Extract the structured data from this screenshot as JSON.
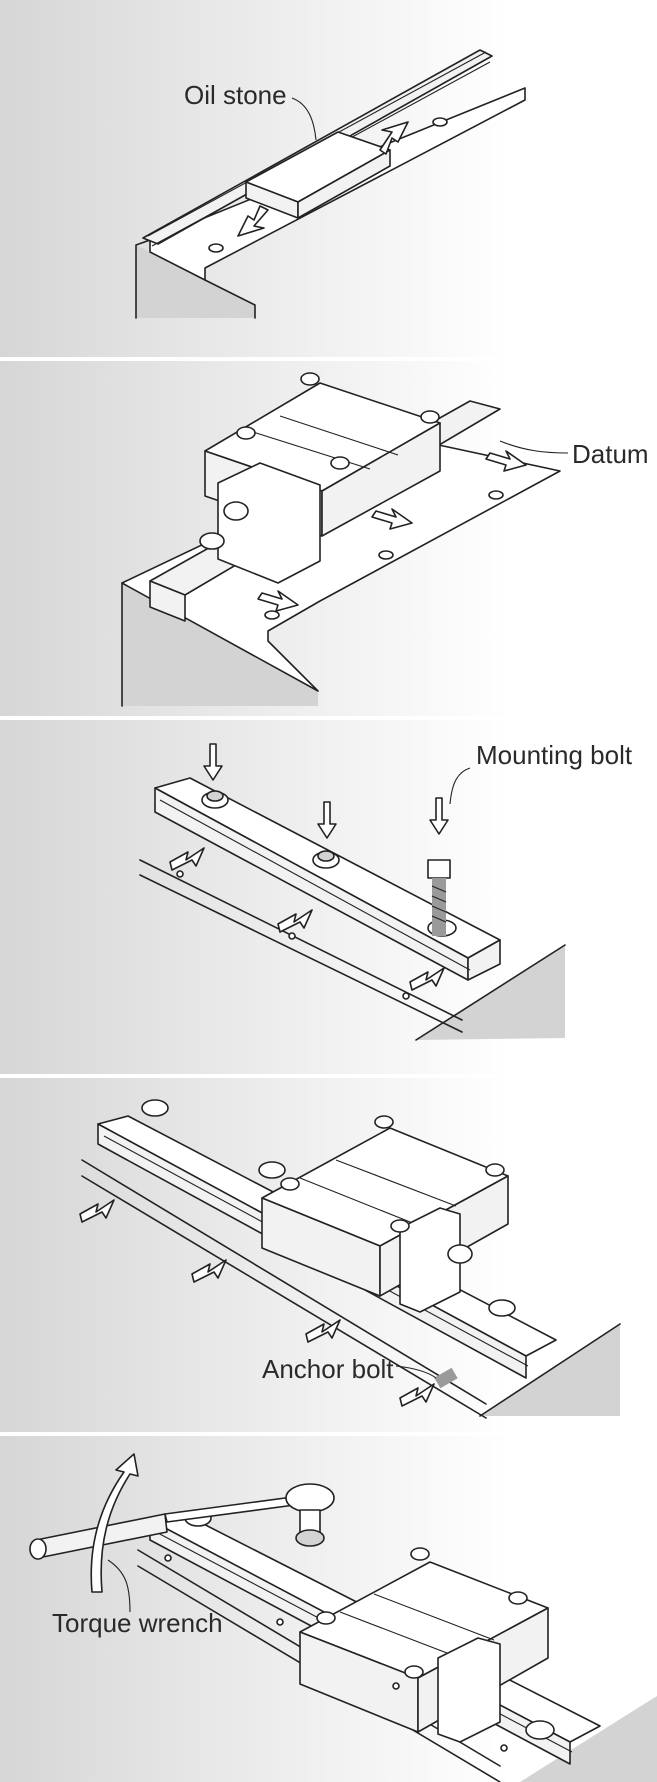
{
  "panels": [
    {
      "id": "oil-stone-step",
      "label": "Oil stone"
    },
    {
      "id": "datum-step",
      "label": "Datum"
    },
    {
      "id": "mounting-bolt-step",
      "label": "Mounting bolt"
    },
    {
      "id": "anchor-bolt-step",
      "label": "Anchor bolt"
    },
    {
      "id": "torque-wrench-step",
      "label": "Torque wrench"
    }
  ],
  "colors": {
    "line": "#222222",
    "bg_dark": "#d6d6d6",
    "bg_light": "#ffffff",
    "shade": "#d3d3d3"
  }
}
